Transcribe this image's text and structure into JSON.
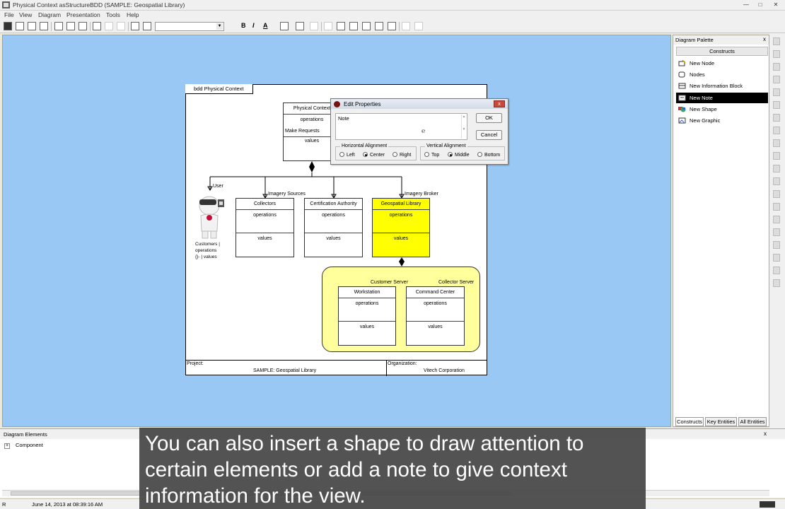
{
  "window": {
    "title": "Physical Context asStructureBDD (SAMPLE: Geospatial Library)",
    "controls": [
      "minimize",
      "maximize",
      "close"
    ]
  },
  "menubar": [
    "File",
    "View",
    "Diagram",
    "Presentation",
    "Tools",
    "Help"
  ],
  "toolbar": {
    "bold_label": "B",
    "italic_label": "I",
    "font_color_label": "A",
    "font_value": ""
  },
  "diagram": {
    "frame_label": "bdd Physical Context",
    "blocks": {
      "physical_context": {
        "name": "Physical Context",
        "ops": "operations",
        "req": "Make Requests",
        "values": "values"
      },
      "collectors": {
        "name": "Collectors",
        "ops": "operations",
        "values": "values"
      },
      "certification": {
        "name": "Certification Authority",
        "ops": "operations",
        "values": "values"
      },
      "geospatial": {
        "name": "Geospatial Library",
        "ops": "operations",
        "values": "values"
      },
      "workstation": {
        "name": "Workstation",
        "ops": "operations",
        "values": "values"
      },
      "command_center": {
        "name": "Command Center",
        "ops": "operations",
        "values": "values"
      }
    },
    "role_labels": {
      "user": "User",
      "imagery_sources": "Imagery Sources",
      "imagery_broker": "Imagery Broker",
      "customer_server": "Customer Server",
      "collector_server": "Collector Server"
    },
    "actor": {
      "name": "Customers",
      "ops": "operations",
      "braces": "{}-",
      "values": "values"
    },
    "footer": {
      "project_label": "Project:",
      "project_value": "SAMPLE: Geospatial Library",
      "org_label": "Organization:",
      "org_value": "Vitech Corporation"
    },
    "colors": {
      "canvas": "#99c8f4",
      "highlight_block": "#ffff00",
      "group_fill": "#ffff9c"
    }
  },
  "dialog": {
    "title": "Edit Properties",
    "note_text": "Note",
    "ok_label": "OK",
    "cancel_label": "Cancel",
    "halign_label": "Horizontal Alignment",
    "halign_options": [
      "Left",
      "Center",
      "Right"
    ],
    "halign_selected": "Center",
    "valign_label": "Vertical Alignment",
    "valign_options": [
      "Top",
      "Middle",
      "Bottom"
    ],
    "valign_selected": "Middle",
    "close_label": "x"
  },
  "palette": {
    "title": "Diagram Palette",
    "close_label": "x",
    "section": "Constructs",
    "items": [
      "New Node",
      "Nodes",
      "New Information Block",
      "New Note",
      "New Shape",
      "New Graphic"
    ],
    "selected": "New Note",
    "tabs": [
      "Constructs",
      "Key Entities",
      "All Entities"
    ]
  },
  "elements_panel": {
    "title": "Diagram Elements",
    "close_label": "x",
    "tree_root": "Component",
    "expander": "+"
  },
  "status_bar": {
    "left": "R",
    "timestamp": "June 14, 2013 at 08:39:16 AM"
  },
  "caption": {
    "lines": [
      "You can also insert a shape to draw attention to",
      "certain elements or add a note to give context",
      "information for the view."
    ]
  }
}
